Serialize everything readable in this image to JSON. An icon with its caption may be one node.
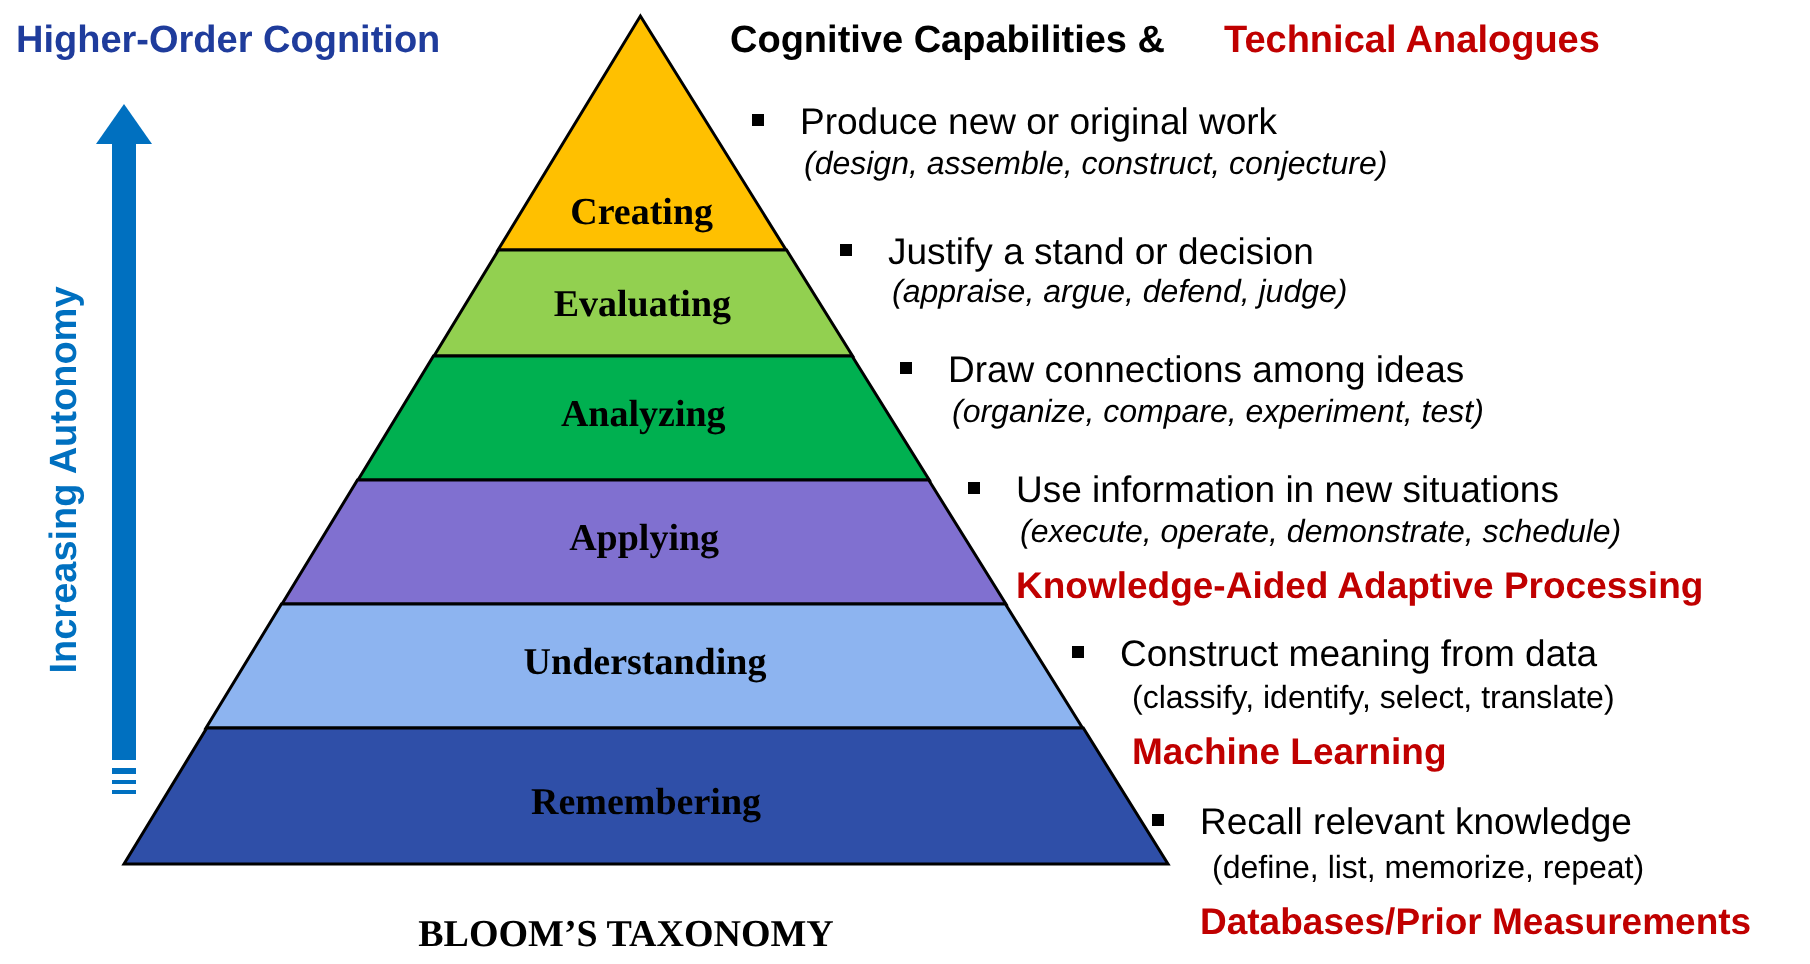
{
  "diagram": {
    "caption": "BLOOM’S TAXONOMY",
    "nodes": [
      {
        "text": [
          "Creating"
        ],
        "beside": [
          "Produce new or original work",
          "(design, assemble, construct, conjecture)"
        ]
      },
      {
        "text": [
          "Evaluating"
        ],
        "beside": [
          "Justify a stand or decision",
          "(appraise, argue, defend, judge)"
        ]
      },
      {
        "text": [
          "Analyzing"
        ],
        "beside": [
          "Draw connections among ideas",
          "(organize, compare, experiment, test)"
        ]
      },
      {
        "text": [
          "Applying"
        ],
        "beside": [
          "Use information in new situations",
          "(execute, operate, demonstrate, schedule)"
        ]
      },
      {
        "text": [
          "Understanding"
        ],
        "beside": [
          "Construct meaning from data",
          "(classify, identify, select, translate)"
        ]
      },
      {
        "text": [
          "Remembering"
        ],
        "beside": [
          "Recall relevant knowledge",
          "(define, list, memorize, repeat)"
        ]
      }
    ],
    "labels": [
      "Higher-Order Cognition",
      "Cognitive Capabilities &",
      "Technical Analogues",
      "Increasing Autonomy",
      "Knowledge-Aided Adaptive Processing",
      "Machine Learning",
      "Databases/Prior Measurements"
    ]
  }
}
